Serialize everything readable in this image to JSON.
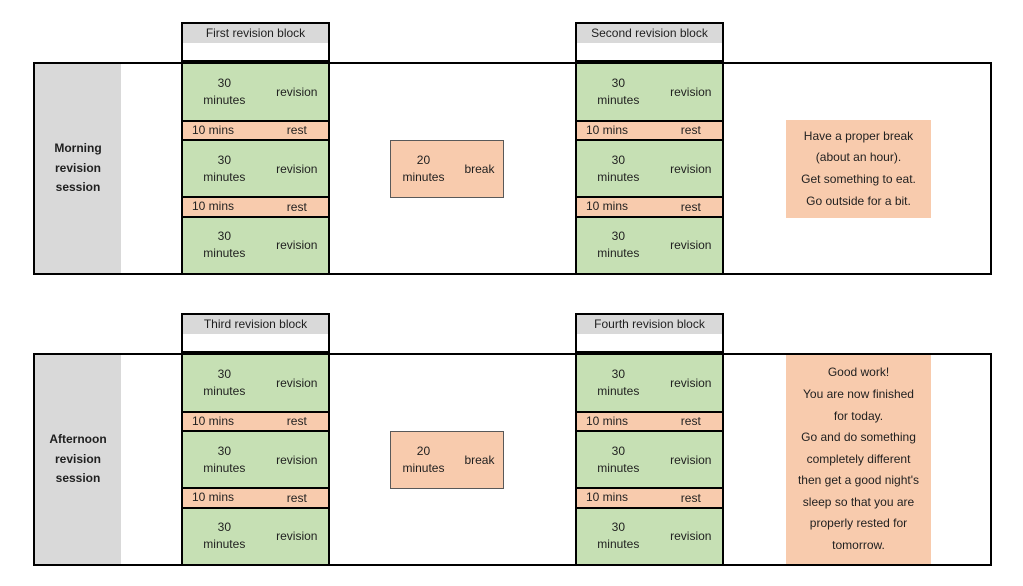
{
  "colors": {
    "revision_fill": "#c6e0b4",
    "rest_fill": "#f8cbad",
    "note_fill": "#f8cbad",
    "label_fill": "#d9d9d9",
    "header_fill": "#d9d9d9",
    "border": "#000000"
  },
  "sessions": [
    {
      "label": "Morning\nrevision\nsession",
      "blocks": [
        {
          "header": "First revision block",
          "segments": [
            {
              "type": "revision",
              "duration": "30\nminutes",
              "activity": "revision"
            },
            {
              "type": "rest",
              "duration": "10 mins",
              "activity": "rest"
            },
            {
              "type": "revision",
              "duration": "30\nminutes",
              "activity": "revision"
            },
            {
              "type": "rest",
              "duration": "10 mins",
              "activity": "rest"
            },
            {
              "type": "revision",
              "duration": "30\nminutes",
              "activity": "revision"
            }
          ]
        },
        {
          "header": "Second revision block",
          "segments": [
            {
              "type": "revision",
              "duration": "30\nminutes",
              "activity": "revision"
            },
            {
              "type": "rest",
              "duration": "10 mins",
              "activity": "rest"
            },
            {
              "type": "revision",
              "duration": "30\nminutes",
              "activity": "revision"
            },
            {
              "type": "rest",
              "duration": "10 mins",
              "activity": "rest"
            },
            {
              "type": "revision",
              "duration": "30\nminutes",
              "activity": "revision"
            }
          ]
        }
      ],
      "break": {
        "duration": "20\nminutes",
        "label": "break"
      },
      "note": "Have a proper break\n(about an hour).\nGet something to eat.\nGo outside for a bit."
    },
    {
      "label": "Afternoon\nrevision\nsession",
      "blocks": [
        {
          "header": "Third revision block",
          "segments": [
            {
              "type": "revision",
              "duration": "30\nminutes",
              "activity": "revision"
            },
            {
              "type": "rest",
              "duration": "10 mins",
              "activity": "rest"
            },
            {
              "type": "revision",
              "duration": "30\nminutes",
              "activity": "revision"
            },
            {
              "type": "rest",
              "duration": "10 mins",
              "activity": "rest"
            },
            {
              "type": "revision",
              "duration": "30\nminutes",
              "activity": "revision"
            }
          ]
        },
        {
          "header": "Fourth revision block",
          "segments": [
            {
              "type": "revision",
              "duration": "30\nminutes",
              "activity": "revision"
            },
            {
              "type": "rest",
              "duration": "10 mins",
              "activity": "rest"
            },
            {
              "type": "revision",
              "duration": "30\nminutes",
              "activity": "revision"
            },
            {
              "type": "rest",
              "duration": "10 mins",
              "activity": "rest"
            },
            {
              "type": "revision",
              "duration": "30\nminutes",
              "activity": "revision"
            }
          ]
        }
      ],
      "break": {
        "duration": "20\nminutes",
        "label": "break"
      },
      "note": "Good work!\nYou are now finished\nfor today.\nGo and do something\ncompletely different\nthen get a good night's\nsleep so that you are\nproperly rested for\ntomorrow."
    }
  ]
}
